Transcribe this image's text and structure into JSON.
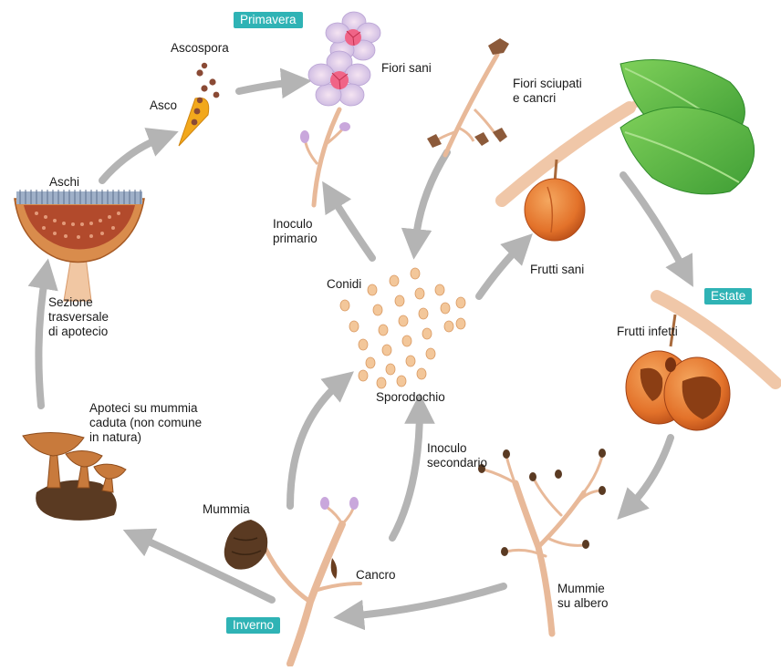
{
  "seasons": {
    "spring": "Primavera",
    "summer": "Estate",
    "winter": "Inverno"
  },
  "labels": {
    "ascospora": "Ascospora",
    "asco": "Asco",
    "fiori_sani": "Fiori sani",
    "fiori_sciupati_1": "Fiori sciupati",
    "fiori_sciupati_2": "e cancri",
    "aschi": "Aschi",
    "inoculo_primario_1": "Inoculo",
    "inoculo_primario_2": "primario",
    "frutti_sani": "Frutti sani",
    "conidi": "Conidi",
    "sezione_1": "Sezione",
    "sezione_2": "trasversale",
    "sezione_3": "di apotecio",
    "frutti_infetti": "Frutti infetti",
    "sporodochio": "Sporodochio",
    "apoteci_1": "Apoteci su mummia",
    "apoteci_2": "caduta (non comune",
    "apoteci_3": "in natura)",
    "inoculo_secondario_1": "Inoculo",
    "inoculo_secondario_2": "secondario",
    "mummia": "Mummia",
    "cancro": "Cancro",
    "mummie_1": "Mummie",
    "mummie_2": "su albero"
  },
  "colors": {
    "arrow": "#b4b4b4",
    "badge": "#2fb3b5",
    "branch": "#e8b999",
    "conidia": "#f3c79a",
    "fruit": "#e8772a",
    "leaf": "#5cbd45",
    "apothecium": "#c87a3c"
  }
}
